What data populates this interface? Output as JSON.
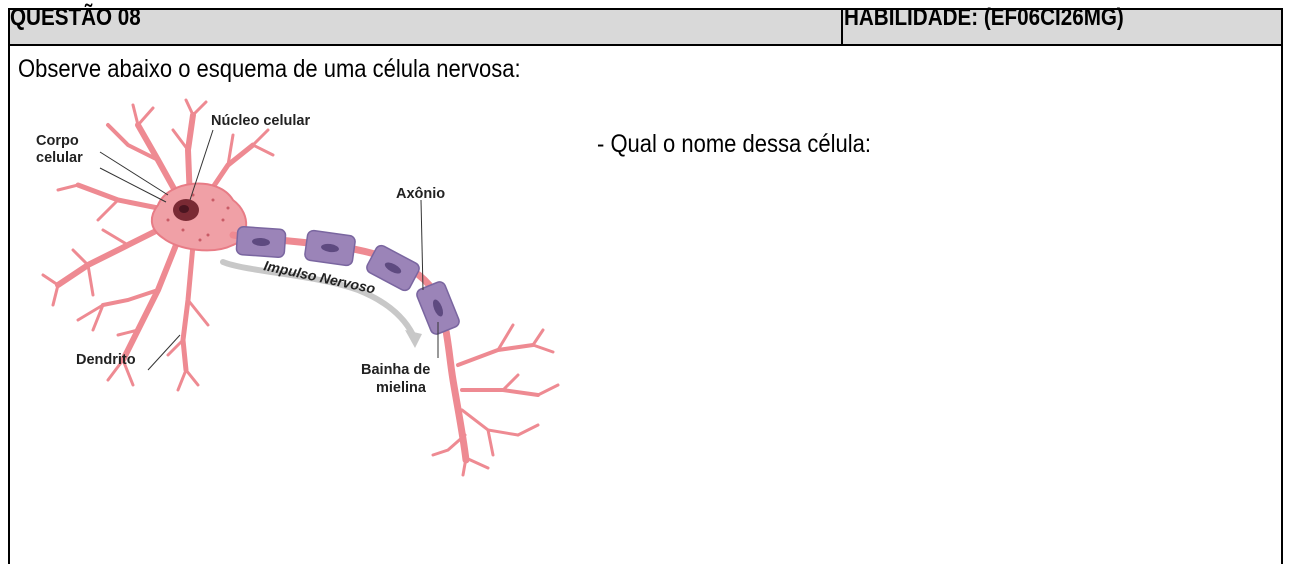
{
  "header": {
    "question_label": "QUESTÃO 08",
    "skill_label": "HABILIDADE: (EF06CI26MG)"
  },
  "prompt": "Observe abaixo o esquema de uma célula nervosa:",
  "question_line": "- Qual o nome dessa célula:",
  "diagram": {
    "labels": {
      "corpo_line1": "Corpo",
      "corpo_line2": "celular",
      "nucleo": "Núcleo celular",
      "axonio": "Axônio",
      "impulso": "Impulso Nervoso",
      "dendrito": "Dendrito",
      "bainha_line1": "Bainha de",
      "bainha_line2": "mielina"
    },
    "colors": {
      "neuron": "#ee8a92",
      "cell_body": "#f0a0a6",
      "nucleus": "#7a2a34",
      "myelin": "#9b84b8",
      "myelin_dark": "#5e4a80",
      "arrow": "#c8c8c8"
    }
  }
}
